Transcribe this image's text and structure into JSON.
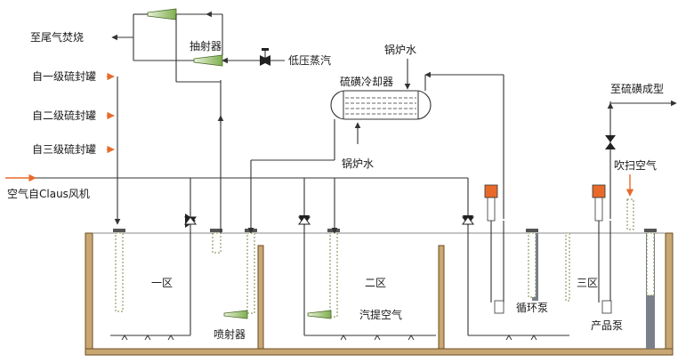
{
  "labels": {
    "to_tail_gas": "至尾气焚烧",
    "ejector": "抽射器",
    "low_pressure_steam": "低压蒸汽",
    "boiler_water_top": "锅炉水",
    "sulfur_cooler": "硫磺冷却器",
    "to_sulfur_forming": "至硫磺成型",
    "from_seal_1": "自一级硫封罐",
    "from_seal_2": "自二级硫封罐",
    "from_seal_3": "自三级硫封罐",
    "boiler_water_mid": "锅炉水",
    "sweep_air": "吹扫空气",
    "air_from_fan": "空气自Claus风机",
    "zone_1": "一区",
    "zone_2": "二区",
    "zone_3": "三区",
    "jet": "喷射器",
    "stripping_air": "汽提空气",
    "circulation_pump": "循环泵",
    "product_pump": "产品泵"
  },
  "colors": {
    "flow_arrow": "#e86a2a",
    "ejector_body": "#a6c97a",
    "tank_wall": "#c9a773",
    "cooler_shell": "#ffffff"
  }
}
